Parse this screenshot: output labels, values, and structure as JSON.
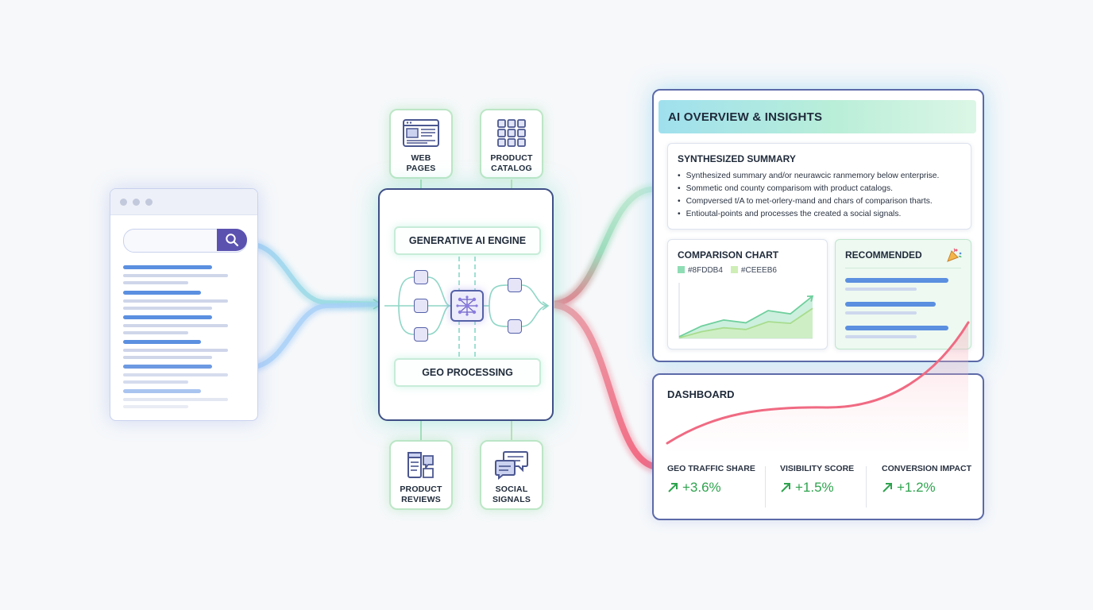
{
  "sources": {
    "web_pages": "WEB\nPAGES",
    "product_catalog": "PRODUCT\nCATALOG",
    "product_reviews": "PRODUCT\nREVIEWS",
    "social_signals": "SOCIAL\nSIGNALS"
  },
  "engine": {
    "generative_label": "GENERATIVE AI ENGINE",
    "geo_label": "GEO PROCESSING"
  },
  "overview": {
    "title": "AI OVERVIEW & INSIGHTS",
    "summary": {
      "title": "SYNTHESIZED SUMMARY",
      "bullets": [
        "Synthesized summary and/or neurawcic ranmemory below enterprise.",
        "Sommetic ond county comparisom with product catalogs.",
        "Compversed t/A to met-orlery-mand and chars of comparison tharts.",
        "Entioutal-points and processes the created a social signals."
      ]
    },
    "comparison": {
      "title": "COMPARISON CHART",
      "legend": [
        {
          "label": "#8FDDB4",
          "color": "#8FDDB4"
        },
        {
          "label": "#CEEEB6",
          "color": "#CEEEB6"
        }
      ]
    },
    "recommended": {
      "title": "RECOMMENDED"
    }
  },
  "chart_data": {
    "type": "area",
    "title": "COMPARISON CHART",
    "xlabel": "",
    "ylabel": "",
    "x": [
      0,
      1,
      2,
      3,
      4,
      5,
      6
    ],
    "ylim": [
      0,
      10
    ],
    "series": [
      {
        "name": "#8FDDB4",
        "color": "#8FDDB4",
        "values": [
          0.3,
          2.2,
          3.3,
          2.8,
          5.0,
          4.4,
          7.6
        ]
      },
      {
        "name": "#CEEEB6",
        "color": "#CEEEB6",
        "values": [
          0.1,
          1.2,
          1.9,
          1.6,
          3.0,
          2.7,
          5.4
        ]
      }
    ],
    "grid": false,
    "legend": "top-left"
  },
  "dashboard": {
    "title": "DASHBOARD",
    "metrics": [
      {
        "label": "GEO TRAFFIC SHARE",
        "value": "+3.6%"
      },
      {
        "label": "VISIBILITY SCORE",
        "value": "+1.5%"
      },
      {
        "label": "CONVERSION IMPACT",
        "value": "+1.2%"
      }
    ]
  },
  "colors": {
    "accent_purple": "#5B52B0",
    "positive_green": "#2EA34E",
    "trend_red": "#F06A82",
    "flow_teal": "#7FD9C2",
    "flow_blue": "#8FC4F5"
  }
}
